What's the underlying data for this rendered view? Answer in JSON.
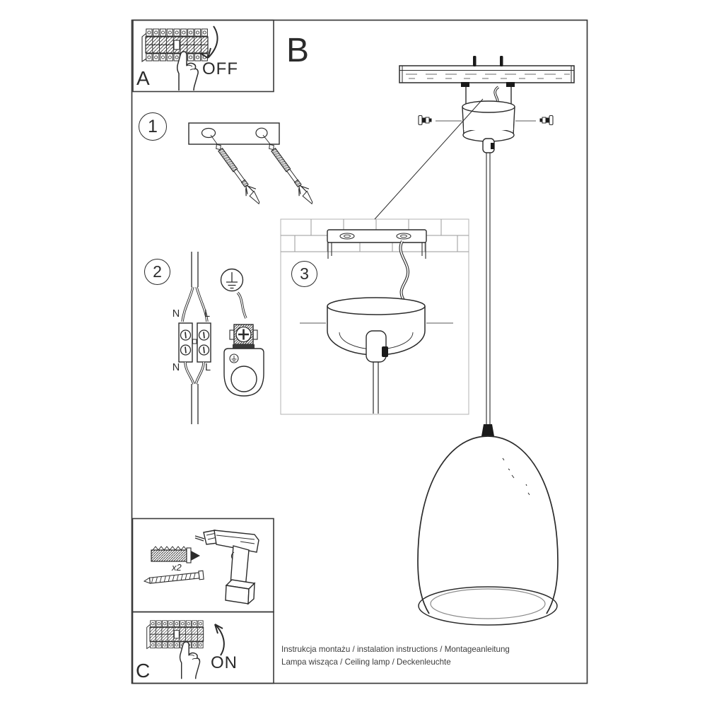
{
  "sections": {
    "panel_a": {
      "letter": "A",
      "breaker_action": "OFF"
    },
    "diagram_b": {
      "letter": "B"
    },
    "panel_c": {
      "letter": "C",
      "breaker_action": "ON"
    },
    "step_1": {
      "number": "1"
    },
    "step_2": {
      "number": "2",
      "wire_labels": {
        "top_left": "N",
        "top_right": "L",
        "bottom_left": "N",
        "bottom_right": "L"
      }
    },
    "step_3": {
      "number": "3"
    },
    "hardware_box": {
      "quantity_label": "x2"
    }
  },
  "footer": {
    "line1": "Instrukcja montażu / instalation instructions / Montageanleitung",
    "line2": "Lampa wisząca / Ceiling lamp  / Deckenleuchte"
  },
  "icons": [
    "circuit-breaker-panel-icon",
    "pointing-hand-icon",
    "curved-arrow-down-icon",
    "curved-arrow-up-icon",
    "mounting-plate",
    "expansion-anchor-screw",
    "terminal-block",
    "earth-ground-symbol-icon",
    "ground-clamp",
    "ceiling-bracket",
    "canopy",
    "power-cord",
    "pendant-lamp-shade",
    "wooden-beam",
    "wall-plug-icon",
    "wood-screw-icon",
    "power-drill-icon"
  ],
  "colors": {
    "ink": "#2b2b2b",
    "light_line": "#9a9a9a",
    "paper": "#ffffff"
  }
}
